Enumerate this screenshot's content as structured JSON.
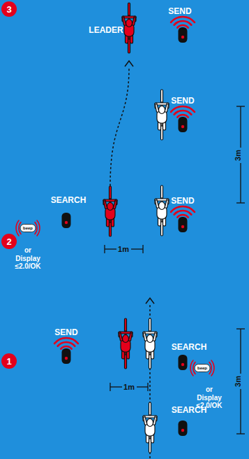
{
  "diagram": {
    "nodes": [
      {
        "text": [
          "3"
        ]
      },
      {
        "text": [
          "2"
        ]
      },
      {
        "text": [
          "1"
        ]
      }
    ],
    "labels": [
      "SEND",
      "LEADER",
      "SEND",
      "3m",
      "SEARCH",
      "SEND",
      "beep",
      "or",
      "Display ≤2.0/OK",
      "1m",
      "SEND",
      "SEARCH",
      "beep",
      "1m",
      "or",
      "Display ≤2.0/OK",
      "3m",
      "SEARCH"
    ]
  }
}
